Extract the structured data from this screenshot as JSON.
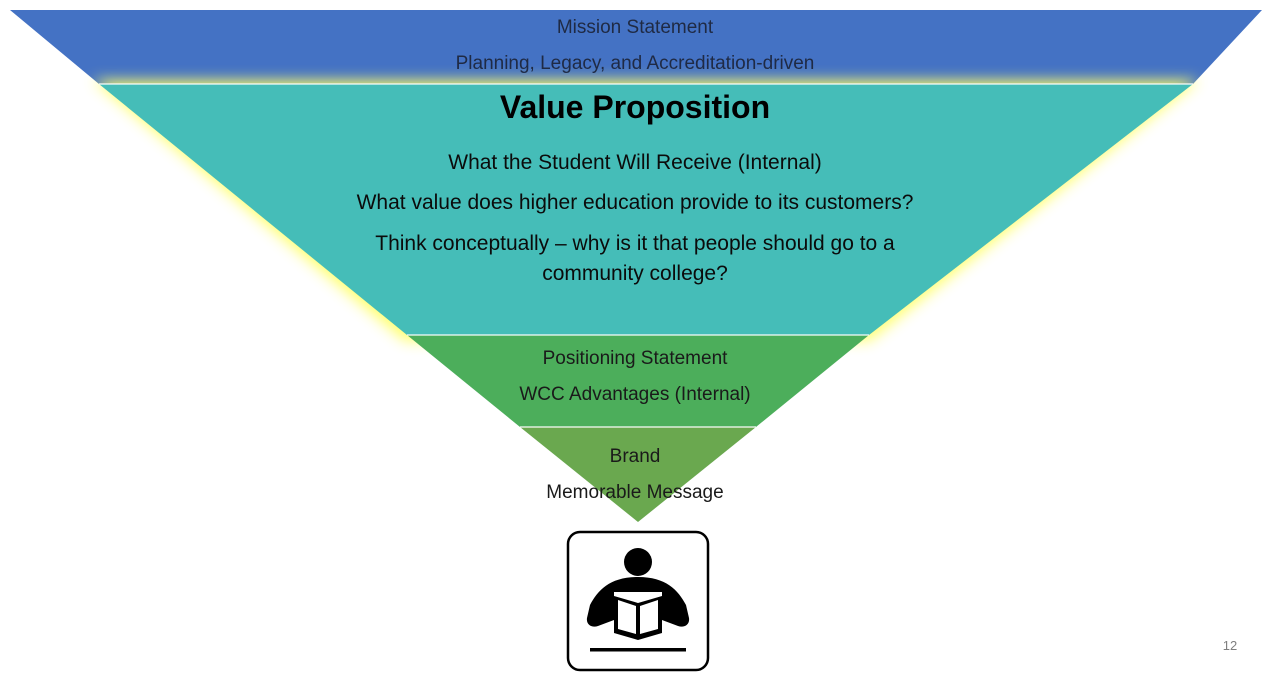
{
  "funnel": {
    "mission": {
      "title": "Mission Statement",
      "subtitle": "Planning, Legacy, and Accreditation-driven",
      "color": "#4472C4"
    },
    "value_proposition": {
      "title": "Value Proposition",
      "line1": "What the Student Will Receive (Internal)",
      "line2": "What value does higher education provide to its customers?",
      "line3": "Think conceptually – why is it that people should go to a",
      "line4": "community college?",
      "color": "#45BDB8",
      "highlight_color": "#FFFF66"
    },
    "positioning": {
      "title": "Positioning Statement",
      "subtitle": "WCC Advantages (Internal)",
      "color": "#4CAE5B"
    },
    "brand": {
      "title": "Brand",
      "subtitle": "Memorable Message",
      "color": "#6AA84F"
    }
  },
  "icon": {
    "name": "person-reading-icon"
  },
  "slide_number": "12"
}
